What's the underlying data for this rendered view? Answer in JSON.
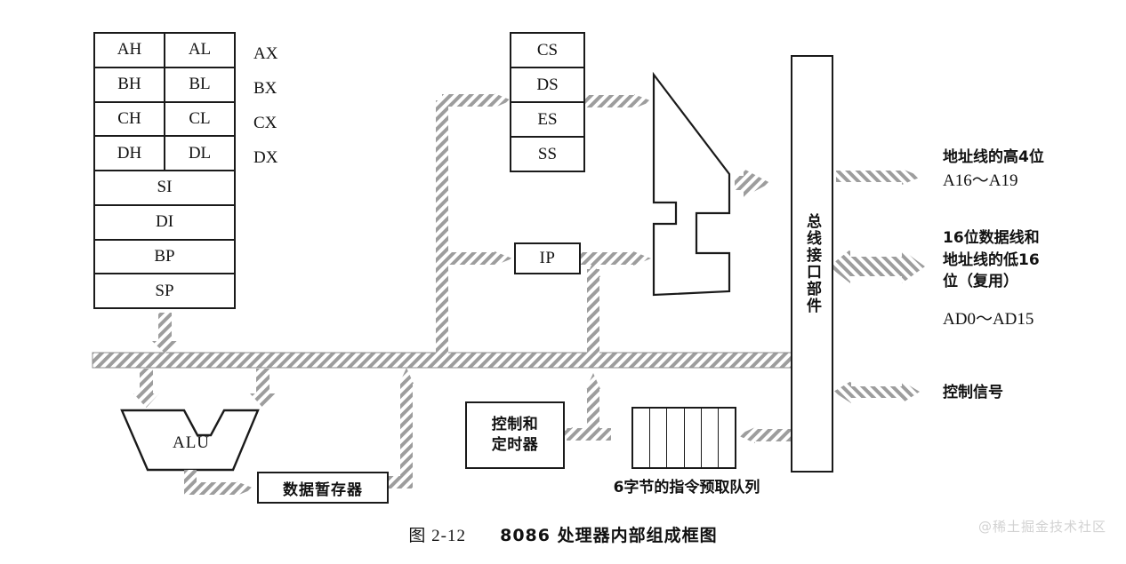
{
  "figure": {
    "caption_number": "图 2-12",
    "caption_text": "8086 处理器内部组成框图",
    "watermark": "@稀土掘金技术社区"
  },
  "register_file": {
    "rows": [
      {
        "high": "AH",
        "low": "AL",
        "tag": "AX"
      },
      {
        "high": "BH",
        "low": "BL",
        "tag": "BX"
      },
      {
        "high": "CH",
        "low": "CL",
        "tag": "CX"
      },
      {
        "high": "DH",
        "low": "DL",
        "tag": "DX"
      }
    ],
    "wide_rows": [
      {
        "label": "SI"
      },
      {
        "label": "DI"
      },
      {
        "label": "BP"
      },
      {
        "label": "SP"
      }
    ]
  },
  "segment_registers": {
    "rows": [
      {
        "label": "CS"
      },
      {
        "label": "DS"
      },
      {
        "label": "ES"
      },
      {
        "label": "SS"
      }
    ]
  },
  "instruction_pointer": {
    "label": "IP"
  },
  "adder": {
    "name": "address-adder"
  },
  "alu": {
    "label": "ALU"
  },
  "data_temp_register": {
    "label": "数据暂存器"
  },
  "control_timer": {
    "line1": "控制和",
    "line2": "定时器"
  },
  "prefetch_queue": {
    "cells": 6,
    "caption": "6字节的指令预取队列"
  },
  "bus_interface_unit": {
    "label": "总线接口部件"
  },
  "external_signals": [
    {
      "name": "address-high",
      "line1": "地址线的高4位",
      "line2": "A16～A19",
      "direction": "out"
    },
    {
      "name": "data-address-low",
      "line1": "16位数据线和",
      "line2": "地址线的低16",
      "line3": "位（复用）",
      "line4": "AD0～AD15",
      "direction": "bidirectional"
    },
    {
      "name": "control-signals",
      "line1": "控制信号",
      "direction": "bidirectional"
    }
  ],
  "internal_bus": {
    "name": "internal-data-bus"
  },
  "colors": {
    "ink": "#1a1a1a",
    "hatch": "#9a9a9a",
    "paper": "#ffffff",
    "watermark": "#d2d2d2"
  }
}
